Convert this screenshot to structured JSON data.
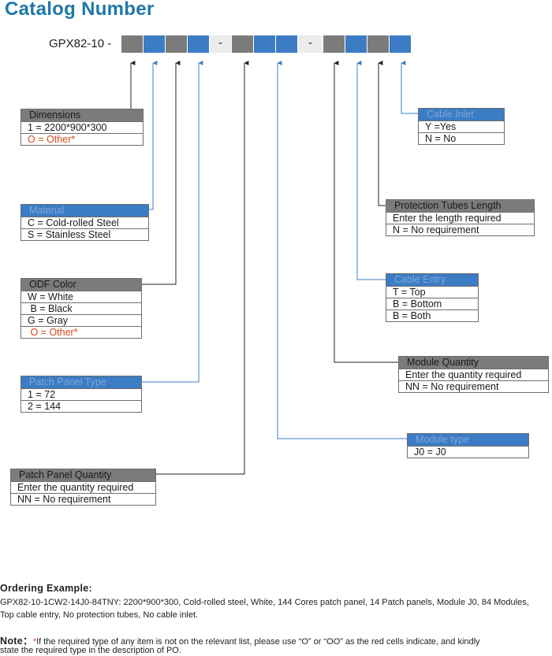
{
  "title": "Catalog Number",
  "prefix": "GPX82-10 -",
  "segments": [
    "",
    "",
    "",
    "",
    "-",
    "",
    "",
    "",
    "-",
    "",
    "",
    "",
    ""
  ],
  "boxes": {
    "dimensions": {
      "header": "Dimensions",
      "rows": [
        "1 = 2200*900*300",
        "O = Other*"
      ]
    },
    "material": {
      "header": "Material",
      "rows": [
        "C = Cold-rolled Steel",
        "S = Stainless Steel"
      ]
    },
    "odf_color": {
      "header": "ODF Color",
      "rows": [
        "W = White",
        " B = Black",
        "G = Gray",
        " O = Other*"
      ]
    },
    "patch_panel_type": {
      "header": "Patch Panel Type",
      "rows": [
        "1 = 72",
        "2 = 144"
      ]
    },
    "patch_panel_quantity": {
      "header": "Patch Panel Quantity",
      "rows": [
        "Enter the quantity required",
        "NN = No requirement"
      ]
    },
    "cable_inlet": {
      "header": "Cable Inlet",
      "rows": [
        "Y =Yes",
        "N = No"
      ]
    },
    "protection_tubes_length": {
      "header": "Protection Tubes Length",
      "rows": [
        "Enter the length required",
        "N = No requirement"
      ]
    },
    "cable_entry": {
      "header": "Cable Entry",
      "rows": [
        "T = Top",
        "B = Bottom",
        "B = Both"
      ]
    },
    "module_quantity": {
      "header": "Module Quantity",
      "rows": [
        "Enter the quantity required",
        "NN = No requirement"
      ]
    },
    "module_type": {
      "header": "Module type",
      "rows": [
        "J0 = J0"
      ]
    }
  },
  "ordering": {
    "label": "Ordering Example:",
    "line1": "GPX82-10-1CW2-14J0-84TNY:  2200*900*300, Cold-rolled steel, White, 144 Cores patch panel, 14 Patch panels, Module J0, 84 Modules,",
    "line2": "Top cable entry, No protection tubes, No cable inlet."
  },
  "note": {
    "label": "Note：",
    "star": "*",
    "line1": "If the required type of any item is not on the relevant list, please use “O” or “OO” as the red cells indicate, and kindly",
    "line2": "state the required type in the description of PO."
  },
  "colors": {
    "title": "#1e78a8",
    "grey_cell": "#7b7b7b",
    "blue_cell": "#3b7cc4",
    "other_red": "#d7481a",
    "dark_line": "#222222",
    "blue_line": "#3b7cc4"
  }
}
